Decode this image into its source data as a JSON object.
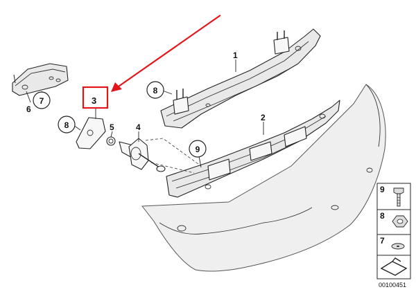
{
  "diagram": {
    "part_labels": {
      "p1": "1",
      "p2": "2",
      "p3": "3",
      "p4": "4",
      "p5": "5",
      "p6": "6"
    },
    "callouts": {
      "c7": "7",
      "c8a": "8",
      "c8b": "8",
      "c9": "9"
    },
    "legend": {
      "row1": "9",
      "row2": "8",
      "row3": "7"
    },
    "catalog_number": "00100451",
    "colors": {
      "highlight": "#e0161b",
      "line": "#222222",
      "fill": "#e9e9e9"
    }
  }
}
